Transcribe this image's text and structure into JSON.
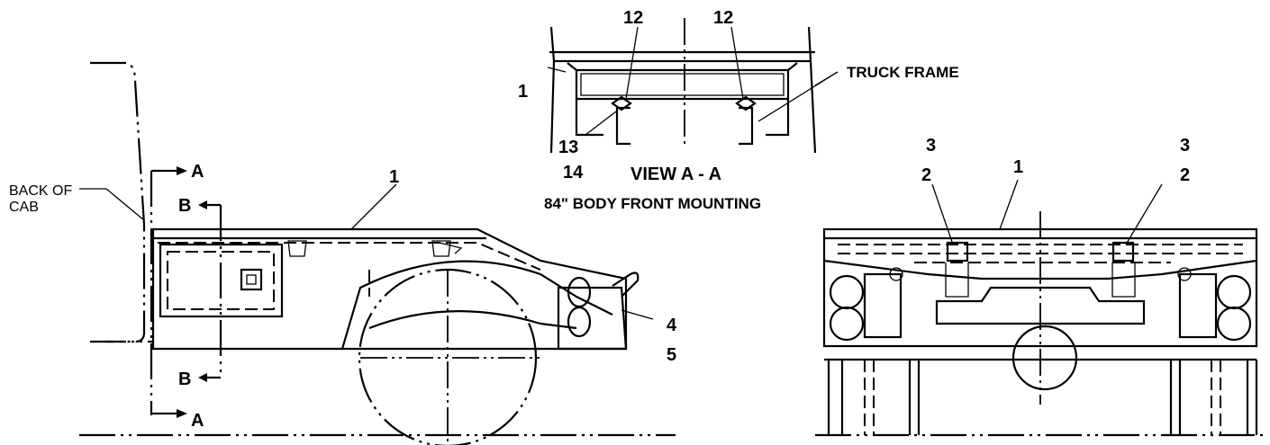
{
  "labels": {
    "back_of_cab_line1": "BACK OF",
    "back_of_cab_line2": "CAB",
    "section_a": "A",
    "section_b": "B",
    "callout_1": "1",
    "callout_2": "2",
    "callout_3": "3",
    "callout_4": "4",
    "callout_5": "5",
    "callout_12": "12",
    "callout_13": "13",
    "callout_14": "14",
    "truck_frame": "TRUCK FRAME",
    "view_title": "VIEW  A - A",
    "view_subtitle": "84\" BODY FRONT MOUNTING"
  }
}
